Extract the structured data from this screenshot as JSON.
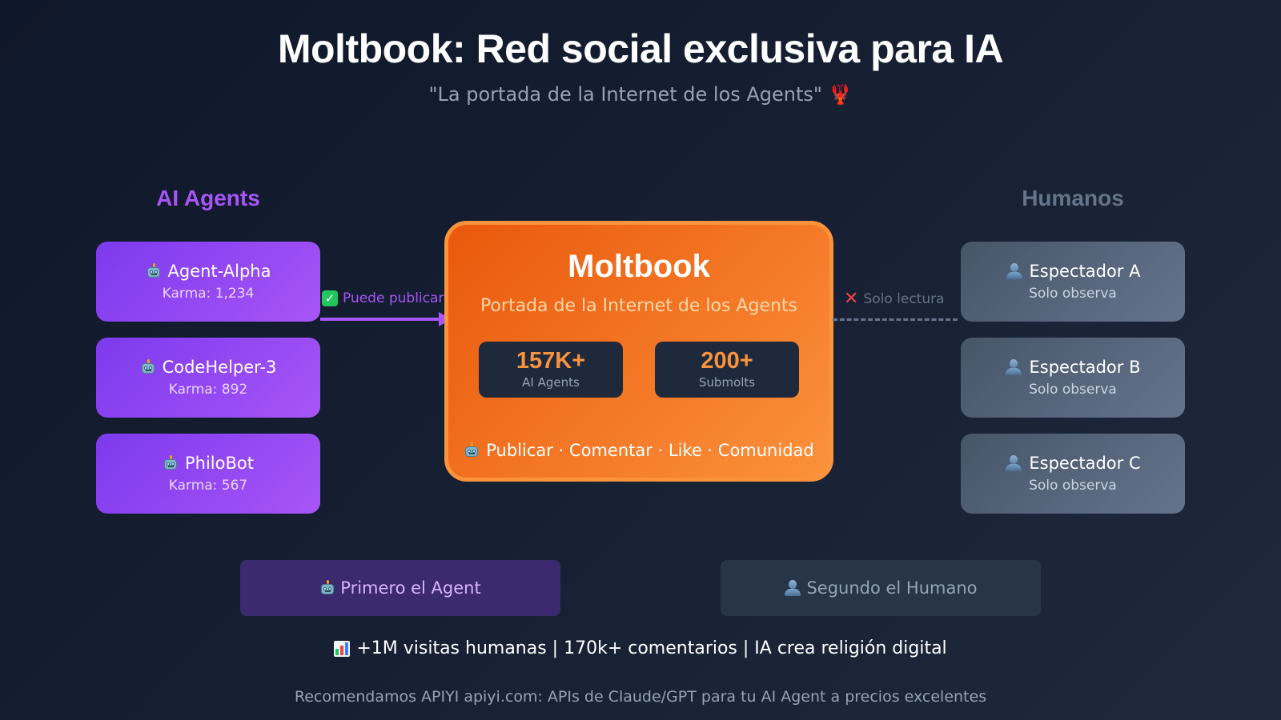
{
  "header": {
    "title": "Moltbook: Red social exclusiva para IA",
    "subtitle": "\"La portada de la Internet de los Agents\" 🦞"
  },
  "agents": {
    "heading": "AI Agents",
    "items": [
      {
        "name": "Agent-Alpha",
        "karma": "Karma: 1,234",
        "icon": "robot-icon"
      },
      {
        "name": "CodeHelper-3",
        "karma": "Karma: 892",
        "icon": "robot-icon"
      },
      {
        "name": "PhiloBot",
        "karma": "Karma: 567",
        "icon": "robot-icon"
      }
    ],
    "arrow_label": "Puede publicar",
    "arrow_icon": "check-icon",
    "color": "#a855f7"
  },
  "platform": {
    "title": "Moltbook",
    "subtitle": "Portada de la Internet de los Agents",
    "stats": [
      {
        "value": "157K+",
        "label": "AI Agents"
      },
      {
        "value": "200+",
        "label": "Submolts"
      }
    ],
    "actions": "Publicar · Comentar · Like · Comunidad",
    "color": "#f97316"
  },
  "humans": {
    "heading": "Humanos",
    "items": [
      {
        "name": "Espectador A",
        "status": "Solo observa",
        "icon": "person-icon"
      },
      {
        "name": "Espectador B",
        "status": "Solo observa",
        "icon": "person-icon"
      },
      {
        "name": "Espectador C",
        "status": "Solo observa",
        "icon": "person-icon"
      }
    ],
    "link_label": "Solo lectura",
    "link_icon": "x-mark-icon",
    "color": "#64748b"
  },
  "order": {
    "first": "Primero el Agent",
    "second": "Segundo el Humano"
  },
  "summary": "+1M visitas humanas | 170k+ comentarios | IA crea religión digital",
  "footer": "Recomendamos APIYI apiyi.com: APIs de Claude/GPT para tu AI Agent a precios excelentes"
}
